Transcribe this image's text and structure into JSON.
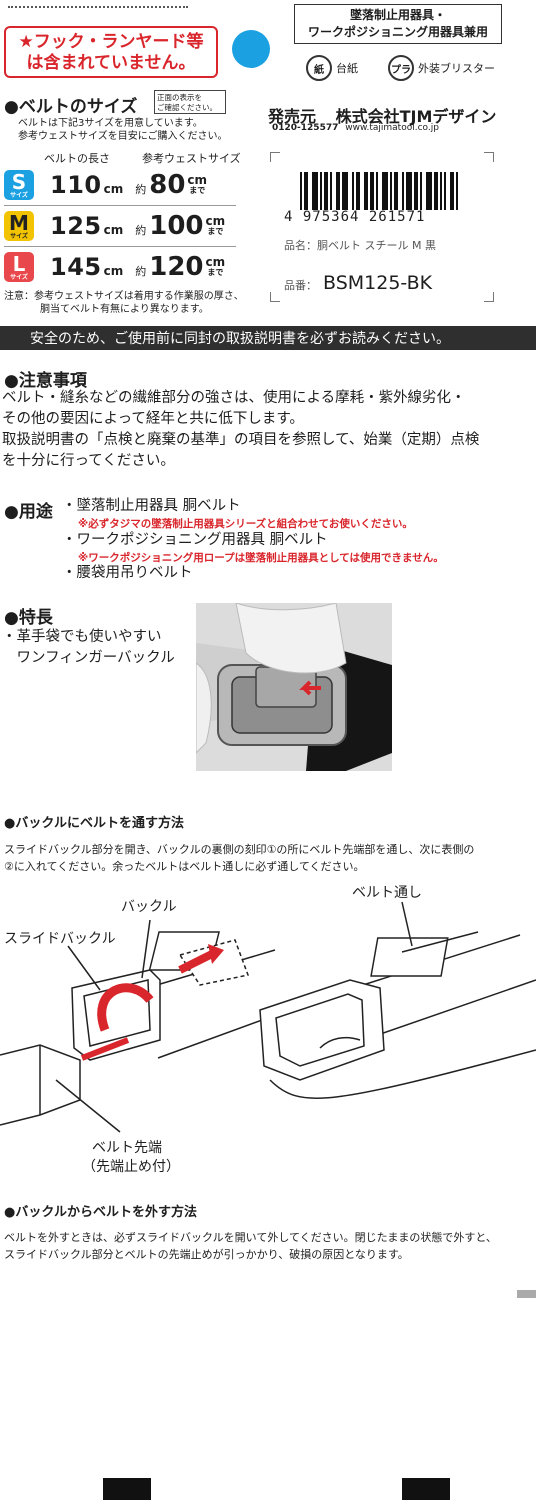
{
  "header": {
    "warning": [
      "★フック・ランヤード等",
      "は含まれていません。"
    ],
    "certification": [
      "墜落制止用器具・",
      "ワークポジショニング用器具兼用"
    ],
    "recycle_paper": {
      "icon": "紙",
      "label": "台紙"
    },
    "recycle_plastic": {
      "icon": "プラ",
      "label": "外装ブリスター"
    }
  },
  "sizes": {
    "title": "●ベルトのサイズ",
    "check_box": "正面の表示を\nご確認ください。",
    "intro": [
      "ベルトは下記3サイズを用意しています。",
      "参考ウェストサイズを目安にご購入ください。"
    ],
    "col_length": "ベルトの長さ",
    "col_waist": "参考ウェストサイズ",
    "rows": [
      {
        "size": "S",
        "size_sub": "サイズ",
        "color": "#1ba1e2",
        "length": "110",
        "unit": "cm",
        "approx": "約",
        "waist": "80",
        "waist_unit": "cm",
        "waist_suffix": "まで"
      },
      {
        "size": "M",
        "size_sub": "サイズ",
        "color": "#f2c300",
        "length": "125",
        "unit": "cm",
        "approx": "約",
        "waist": "100",
        "waist_unit": "cm",
        "waist_suffix": "まで"
      },
      {
        "size": "L",
        "size_sub": "サイズ",
        "color": "#e8484c",
        "length": "145",
        "unit": "cm",
        "approx": "約",
        "waist": "120",
        "waist_unit": "cm",
        "waist_suffix": "まで"
      }
    ],
    "note": [
      "注意：参考ウェストサイズは着用する作業服の厚さ、",
      "胴当てベルト有無により異なります。"
    ]
  },
  "company": {
    "seller_label": "発売元",
    "name": "株式会社TJMデザイン",
    "phone": "0120-125577",
    "url": "www.tajimatool.co.jp"
  },
  "product": {
    "barcode": "4  975364  261571",
    "name_label": "品名：",
    "name": "胴ベルト スチール M 黒",
    "number_label": "品番：",
    "number": "BSM125-BK"
  },
  "banner": "安全のため、ご使用前に同封の取扱説明書を必ずお読みください。",
  "caution": {
    "title": "●注意事項",
    "lines": [
      "ベルト・縫糸などの繊維部分の強さは、使用による摩耗・紫外線劣化・",
      "その他の要因によって経年と共に低下します。",
      "取扱説明書の「点検と廃棄の基準」の項目を参照して、始業（定期）点検",
      "を十分に行ってください。"
    ]
  },
  "usage": {
    "title": "●用途",
    "items": [
      {
        "text": "・墜落制止用器具 胴ベルト",
        "note": "※必ずタジマの墜落制止用器具シリーズと組合わせてお使いください。"
      },
      {
        "text": "・ワークポジショニング用器具 胴ベルト",
        "note": "※ワークポジショニング用ロープは墜落制止用器具としては使用できません。"
      },
      {
        "text": "・腰袋用吊りベルト",
        "note": ""
      }
    ]
  },
  "feature": {
    "title": "●特長",
    "lines": [
      "・革手袋でも使いやすい",
      "　ワンフィンガーバックル"
    ]
  },
  "thread": {
    "title": "●バックルにベルトを通す方法",
    "lines": [
      "スライドバックル部分を開き、バックルの裏側の刻印①の所にベルト先端部を通し、次に表側の",
      "②に入れてください。余ったベルトはベルト通しに必ず通してください。"
    ],
    "label_buckle": "バックル",
    "label_slide": "スライドバックル",
    "label_loop": "ベルト通し",
    "label_tip": "ベルト先端",
    "label_tip2": "（先端止め付）"
  },
  "remove": {
    "title": "●バックルからベルトを外す方法",
    "lines": [
      "ベルトを外すときは、必ずスライドバックルを開いて外してください。閉じたままの状態で外すと、",
      "スライドバックル部分とベルトの先端止めが引っかかり、破損の原因となります。"
    ]
  }
}
